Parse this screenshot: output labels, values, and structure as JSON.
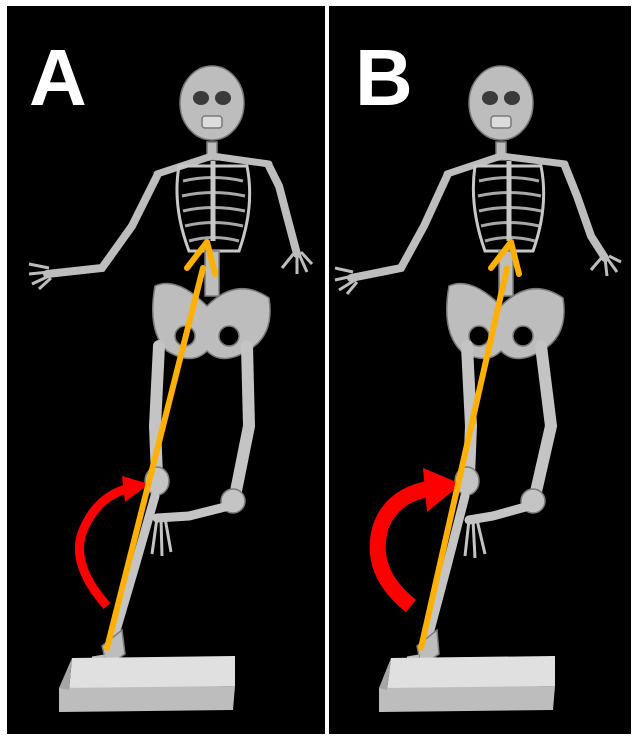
{
  "panels": [
    {
      "label": "A",
      "rotation_arrow_size": "small",
      "rotation_arrow_color": "#ff0000",
      "force_vector_color": "#ffb000"
    },
    {
      "label": "B",
      "rotation_arrow_size": "large",
      "rotation_arrow_color": "#ff0000",
      "force_vector_color": "#ffb000"
    }
  ],
  "colors": {
    "background": "#000000",
    "bone": "#bdbdbd",
    "bone_shadow": "#7a7a7a",
    "platform": "#c8c8c8",
    "divider": "#ffffff"
  }
}
